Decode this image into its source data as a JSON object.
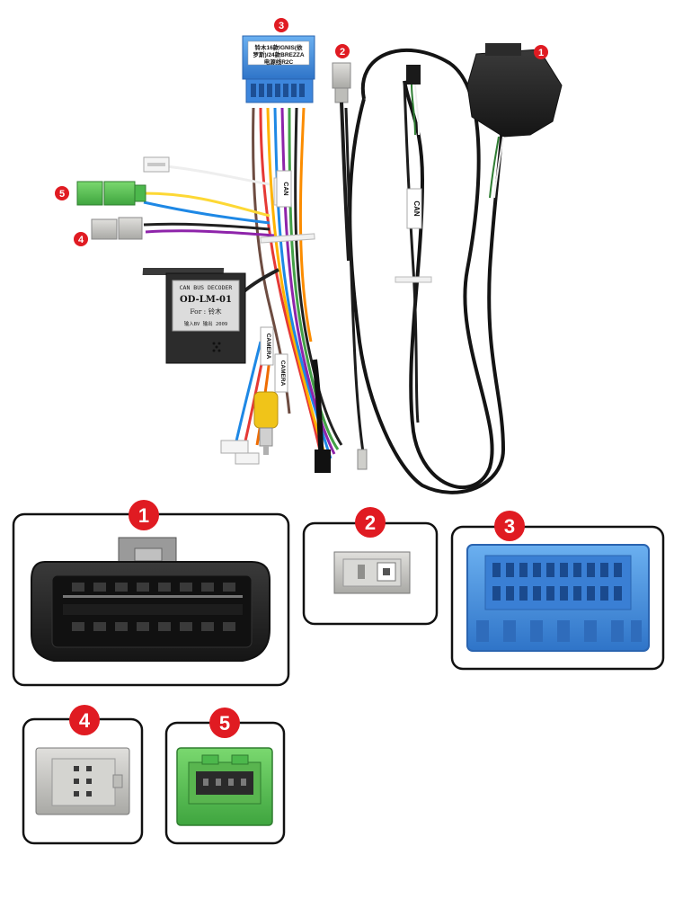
{
  "callouts": {
    "c1": "1",
    "c2": "2",
    "c3": "3",
    "c4": "4",
    "c5": "5"
  },
  "connector_label": {
    "line1": "铃木16款IGNIS(依",
    "line2": "罗斯)/24款BREZZA",
    "line3": "电源线R2C"
  },
  "decoder": {
    "title": "CAN BUS DECODER",
    "model": "OD-LM-01",
    "for_line": "For : 铃木",
    "specs": "输入BV  输出 2009"
  },
  "tags": {
    "can": "CAN",
    "camera_a": "CAMERA",
    "camera_b": "CAMERA",
    "wire_tag": "CAN"
  },
  "colors": {
    "badge_red": "#e01b22",
    "connector_blue": "#3f8fe0",
    "connector_green": "#4cb84c",
    "connector_grey": "#c9c9c6",
    "obd_black": "#222222",
    "cable_black": "#141414",
    "rca_yellow": "#f0c419"
  }
}
